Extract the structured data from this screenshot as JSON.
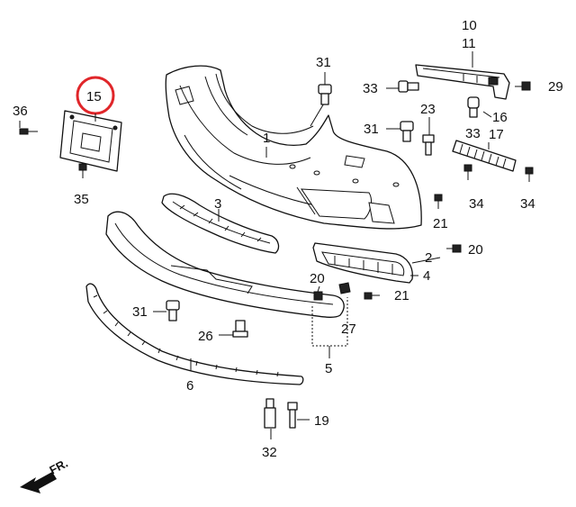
{
  "diagram": {
    "highlight_color": "#e0262a",
    "highlighted_callout": "15",
    "direction_label": "FR.",
    "callouts": {
      "c1": "1",
      "c2": "2",
      "c3": "3",
      "c4": "4",
      "c5": "5",
      "c6": "6",
      "c10": "10",
      "c11": "11",
      "c15": "15",
      "c16": "16",
      "c17": "17",
      "c19": "19",
      "c20a": "20",
      "c20b": "20",
      "c21a": "21",
      "c21b": "21",
      "c23": "23",
      "c26": "26",
      "c27": "27",
      "c29": "29",
      "c31a": "31",
      "c31b": "31",
      "c31c": "31",
      "c32": "32",
      "c33a": "33",
      "c33b": "33",
      "c34a": "34",
      "c34b": "34",
      "c35": "35",
      "c36": "36"
    }
  }
}
